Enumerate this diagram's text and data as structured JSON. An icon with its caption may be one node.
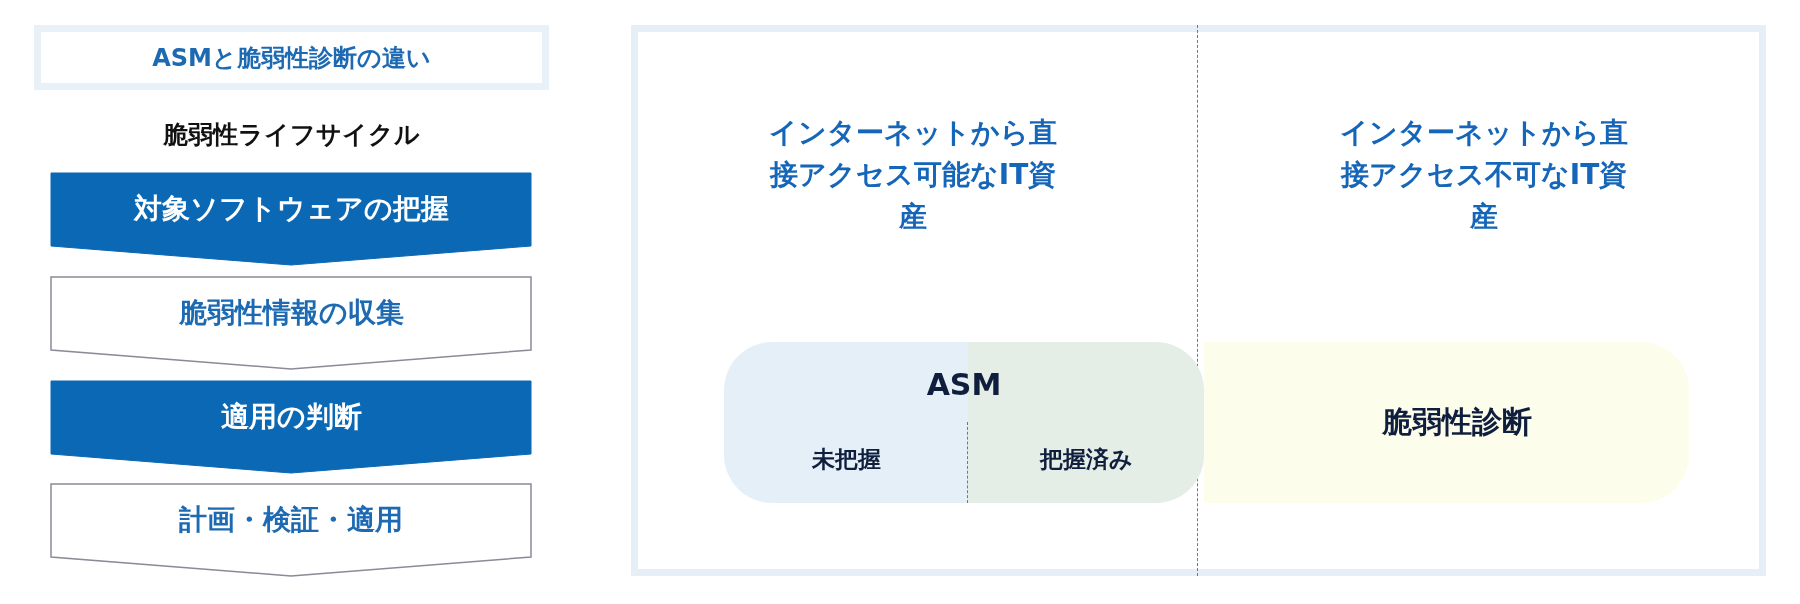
{
  "diagram": {
    "nodes": [
      {
        "text": [
          "ASMと脆弱性診断の違い"
        ]
      },
      {
        "text": [
          "対象ソフトウェアの把握"
        ]
      },
      {
        "text": [
          "脆弱性情報の収集"
        ]
      },
      {
        "text": [
          "適用の判断"
        ]
      },
      {
        "text": [
          "計画・検証・適用"
        ]
      },
      {
        "text": [
          "インターネットから直接アクセス可能なIT資産",
          "インターネットから直接アクセス不可なIT資産"
        ]
      },
      {
        "text": [
          "ASM"
        ],
        "in": 5
      },
      {
        "text": [
          "未把握"
        ],
        "in": 6
      },
      {
        "text": [
          "把握済み"
        ],
        "in": 6
      },
      {
        "text": [
          "脆弱性診断"
        ],
        "in": 5
      }
    ],
    "labels": [
      "脆弱性ライフサイクル"
    ]
  }
}
